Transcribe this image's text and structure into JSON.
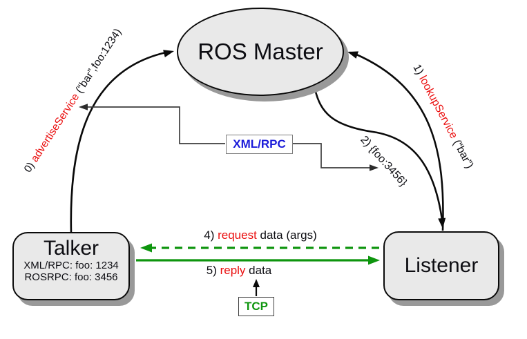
{
  "nodes": {
    "ros_master": {
      "label": "ROS Master"
    },
    "talker": {
      "title": "Talker",
      "xmlrpc_line": "XML/RPC: foo: 1234",
      "rosrpc_line": "ROSRPC: foo: 3456"
    },
    "listener": {
      "title": "Listener"
    },
    "xmlrpc_box": {
      "label": "XML/RPC"
    },
    "tcp_box": {
      "label": "TCP"
    }
  },
  "labels": {
    "advertise": {
      "prefix": "0) ",
      "fn": "advertiseService",
      "suffix": " (“bar”,foo:1234)"
    },
    "lookup": {
      "prefix": "1) ",
      "fn": "lookupService",
      "suffix": " (“bar”)"
    },
    "response": {
      "text": "2) {foo:3456}"
    },
    "request": {
      "prefix": "4) ",
      "fn": "request",
      "suffix": " data (args)"
    },
    "reply": {
      "prefix": "5) ",
      "fn": "reply",
      "suffix": " data"
    }
  },
  "colors": {
    "node_fill": "#e9e9e9",
    "node_border": "#0a0a0a",
    "node_shadow": "#999999",
    "highlight_red": "#ea0c0c",
    "arrow_green": "#0e950e",
    "xmlrpc_blue": "#1a1ad9",
    "tcp_green": "#0e950e",
    "connector_gray": "#3d3d3d",
    "background": "#ffffff"
  }
}
